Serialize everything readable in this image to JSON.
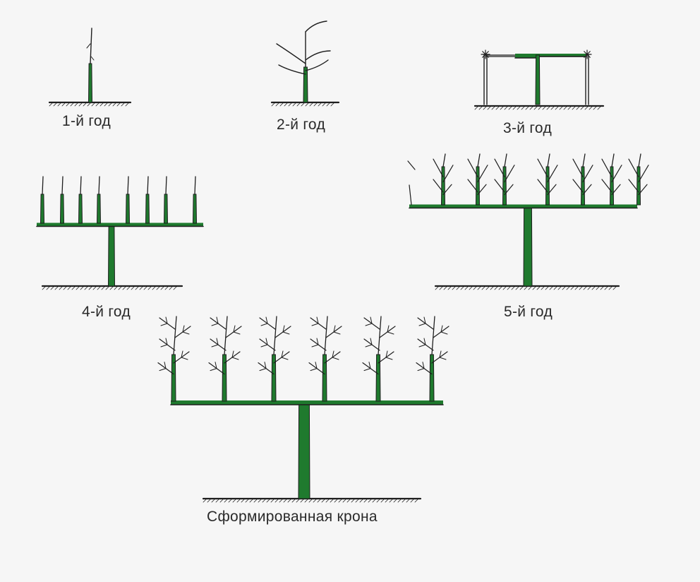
{
  "colors": {
    "background": "#f6f6f6",
    "line": "#1e1e1e",
    "green": "#1f7a2e"
  },
  "stages": [
    {
      "label": "1-й год"
    },
    {
      "label": "2-й год"
    },
    {
      "label": "3-й год"
    },
    {
      "label": "4-й год"
    },
    {
      "label": "5-й год"
    },
    {
      "label": "Сформированная крона"
    }
  ]
}
